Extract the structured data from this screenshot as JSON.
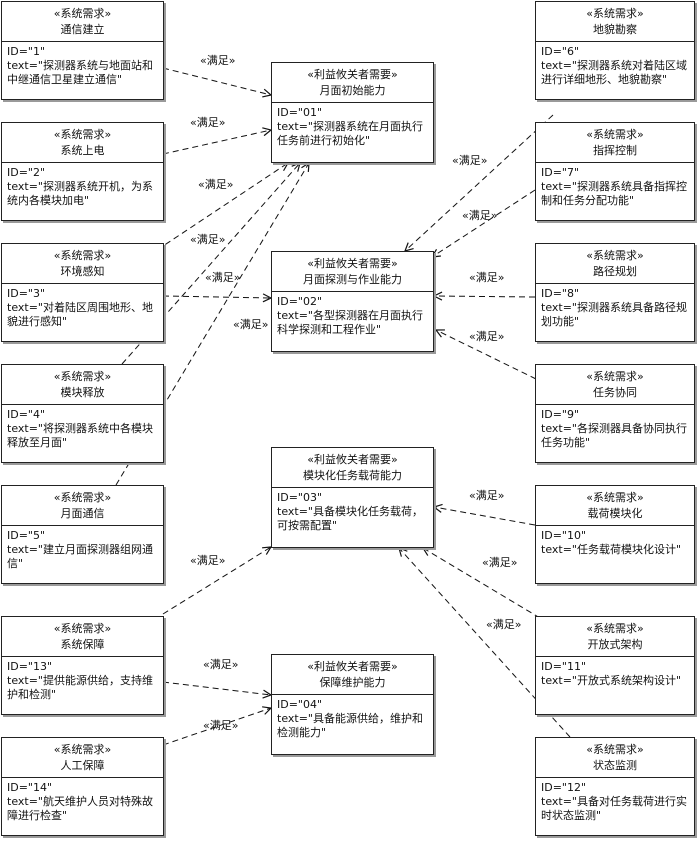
{
  "diagram": {
    "stereo_req": "«系统需求»",
    "stereo_need": "«利益攸关者需要»",
    "relation_label": "«满足»",
    "requirements": [
      {
        "key": "r1",
        "name": "通信建立",
        "id": "ID=\"1\"",
        "text": "text=\"探测器系统与地面站和中继通信卫星建立通信\""
      },
      {
        "key": "r2",
        "name": "系统上电",
        "id": "ID=\"2\"",
        "text": "text=\"探测器系统开机，为系统内各模块加电\""
      },
      {
        "key": "r3",
        "name": "环境感知",
        "id": "ID=\"3\"",
        "text": "text=\"对着陆区周围地形、地貌进行感知\""
      },
      {
        "key": "r4",
        "name": "模块释放",
        "id": "ID=\"4\"",
        "text": "text=\"将探测器系统中各模块释放至月面\""
      },
      {
        "key": "r5",
        "name": "月面通信",
        "id": "ID=\"5\"",
        "text": "text=\"建立月面探测器组网通信\""
      },
      {
        "key": "r13",
        "name": "系统保障",
        "id": "ID=\"13\"",
        "text": "text=\"提供能源供给，支持维护和检测\""
      },
      {
        "key": "r14",
        "name": "人工保障",
        "id": "ID=\"14\"",
        "text": "text=\"航天维护人员对特殊故障进行检查\""
      },
      {
        "key": "r6",
        "name": "地貌勘察",
        "id": "ID=\"6\"",
        "text": "text=\"探测器系统对着陆区域进行详细地形、地貌勘察\""
      },
      {
        "key": "r7",
        "name": "指挥控制",
        "id": "ID=\"7\"",
        "text": "text=\"探测器系统具备指挥控制和任务分配功能\""
      },
      {
        "key": "r8",
        "name": "路径规划",
        "id": "ID=\"8\"",
        "text": "text=\"探测器系统具备路径规划功能\""
      },
      {
        "key": "r9",
        "name": "任务协同",
        "id": "ID=\"9\"",
        "text": "text=\"各探测器具备协同执行任务功能\""
      },
      {
        "key": "r10",
        "name": "载荷模块化",
        "id": "ID=\"10\"",
        "text": "text=\"任务载荷模块化设计\""
      },
      {
        "key": "r11",
        "name": "开放式架构",
        "id": "ID=\"11\"",
        "text": "text=\"开放式系统架构设计\""
      },
      {
        "key": "r12",
        "name": "状态监测",
        "id": "ID=\"12\"",
        "text": "text=\"具备对任务载荷进行实时状态监测\""
      }
    ],
    "needs": [
      {
        "key": "n01",
        "name": "月面初始能力",
        "id": "ID=\"01\"",
        "text": "text=\"探测器系统在月面执行任务前进行初始化\""
      },
      {
        "key": "n02",
        "name": "月面探测与作业能力",
        "id": "ID=\"02\"",
        "text": "text=\"各型探测器在月面执行科学探测和工程作业\""
      },
      {
        "key": "n03",
        "name": "模块化任务载荷能力",
        "id": "ID=\"03\"",
        "text": "text=\"具备模块化任务载荷，可按需配置\""
      },
      {
        "key": "n04",
        "name": "保障维护能力",
        "id": "ID=\"04\"",
        "text": "text=\"具备能源供给，维护和检测能力\""
      }
    ],
    "links": [
      {
        "from": "r1",
        "to": "n01",
        "label": "«满足»"
      },
      {
        "from": "r2",
        "to": "n01",
        "label": "«满足»"
      },
      {
        "from": "r3",
        "to": "n01",
        "label": "«满足»"
      },
      {
        "from": "r3",
        "to": "n02",
        "label": "«满足»"
      },
      {
        "from": "r4",
        "to": "n01",
        "label": "«满足»"
      },
      {
        "from": "r5",
        "to": "n01",
        "label": "«满足»"
      },
      {
        "from": "r13",
        "to": "n03",
        "label": "«满足»"
      },
      {
        "from": "r13",
        "to": "n04",
        "label": "«满足»"
      },
      {
        "from": "r14",
        "to": "n04",
        "label": "«满足»"
      },
      {
        "from": "r6",
        "to": "n02",
        "label": "«满足»"
      },
      {
        "from": "r7",
        "to": "n02",
        "label": "«满足»"
      },
      {
        "from": "r8",
        "to": "n02",
        "label": "«满足»"
      },
      {
        "from": "r9",
        "to": "n02",
        "label": "«满足»"
      },
      {
        "from": "r10",
        "to": "n03",
        "label": "«满足»"
      },
      {
        "from": "r11",
        "to": "n03",
        "label": "«满足»"
      },
      {
        "from": "r12",
        "to": "n03",
        "label": "«满足»"
      }
    ]
  }
}
